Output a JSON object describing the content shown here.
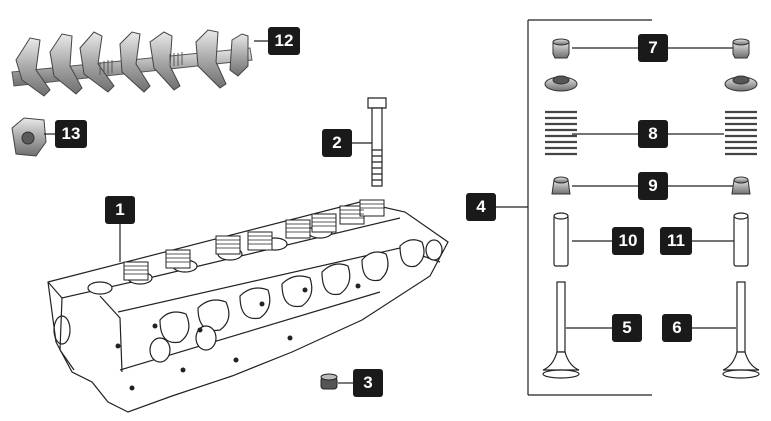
{
  "diagram": {
    "callouts": [
      "1",
      "2",
      "3",
      "4",
      "5",
      "6",
      "7",
      "8",
      "9",
      "10",
      "11",
      "12",
      "13"
    ],
    "colors": {
      "line": "#222222",
      "metal": "#cfcfcf",
      "metal_dark": "#8a8a8a",
      "badge": "#1a1a1a",
      "badge_text": "#ffffff"
    }
  }
}
